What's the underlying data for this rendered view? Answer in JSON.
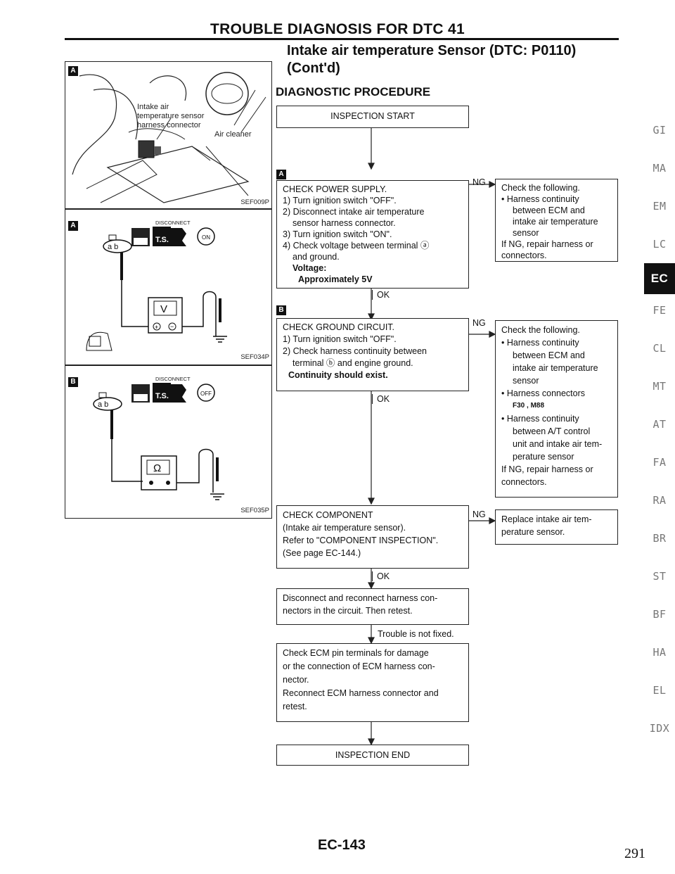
{
  "header": "TROUBLE DIAGNOSIS FOR DTC 41",
  "title_line1": "Intake air temperature Sensor (DTC: P0110)",
  "title_line2": "(Cont'd)",
  "subtitle": "DIAGNOSTIC PROCEDURE",
  "figures": {
    "a": {
      "badge": "A",
      "callout1": "Intake air",
      "callout2": "temperature sensor",
      "callout3": "harness connector",
      "callout4": "Air cleaner",
      "code": "SEF009P"
    },
    "b": {
      "badge": "A",
      "disconnect": "DISCONNECT",
      "switch": "ON",
      "meter": "V",
      "terminals": "a b",
      "code": "SEF034P"
    },
    "c": {
      "badge": "B",
      "disconnect": "DISCONNECT",
      "switch": "OFF",
      "meter": "Ω",
      "terminals": "a b",
      "code": "SEF035P"
    }
  },
  "flow": {
    "start": "INSPECTION START",
    "step_a_badge": "A",
    "step_a": [
      "CHECK POWER SUPPLY.",
      "1) Turn ignition switch \"OFF\".",
      "2) Disconnect intake air temperature",
      "sensor harness connector.",
      "3) Turn ignition switch \"ON\".",
      "4) Check voltage between terminal ⓐ",
      "and ground.",
      "Voltage:",
      "Approximately 5V"
    ],
    "ng_a": [
      "Check the following.",
      "• Harness continuity",
      "between ECM and",
      "intake air temperature",
      "sensor",
      "If NG, repair harness or",
      "connectors."
    ],
    "step_b_badge": "B",
    "step_b": [
      "CHECK GROUND CIRCUIT.",
      "1) Turn ignition switch \"OFF\".",
      "2) Check harness continuity between",
      "terminal ⓑ and engine ground.",
      "Continuity should exist."
    ],
    "ng_b": [
      "Check the following.",
      "• Harness continuity",
      "between ECM and",
      "intake air temperature",
      "sensor",
      "• Harness connectors",
      "F30 , M88",
      "• Harness continuity",
      "between A/T control",
      "unit and intake air tem-",
      "perature sensor",
      "If NG, repair harness or",
      "connectors."
    ],
    "step_c": [
      "CHECK COMPONENT",
      "(Intake air temperature sensor).",
      "Refer to \"COMPONENT INSPECTION\".",
      "(See page EC-144.)"
    ],
    "ng_c": [
      "Replace intake air tem-",
      "perature sensor."
    ],
    "step_d": [
      "Disconnect and reconnect harness con-",
      "nectors in the circuit. Then retest."
    ],
    "trouble_not_fixed": "Trouble is not fixed.",
    "step_e": [
      "Check ECM pin terminals for damage",
      "or the connection of ECM harness con-",
      "nector.",
      "Reconnect ECM harness connector and",
      "retest."
    ],
    "end": "INSPECTION END",
    "ok_label": "OK",
    "ng_label": "NG"
  },
  "side_tabs": [
    "GI",
    "MA",
    "EM",
    "LC",
    "EC",
    "FE",
    "CL",
    "MT",
    "AT",
    "FA",
    "RA",
    "BR",
    "ST",
    "BF",
    "HA",
    "EL",
    "IDX"
  ],
  "active_tab": "EC",
  "page_ref": "EC-143",
  "page_number": "291"
}
